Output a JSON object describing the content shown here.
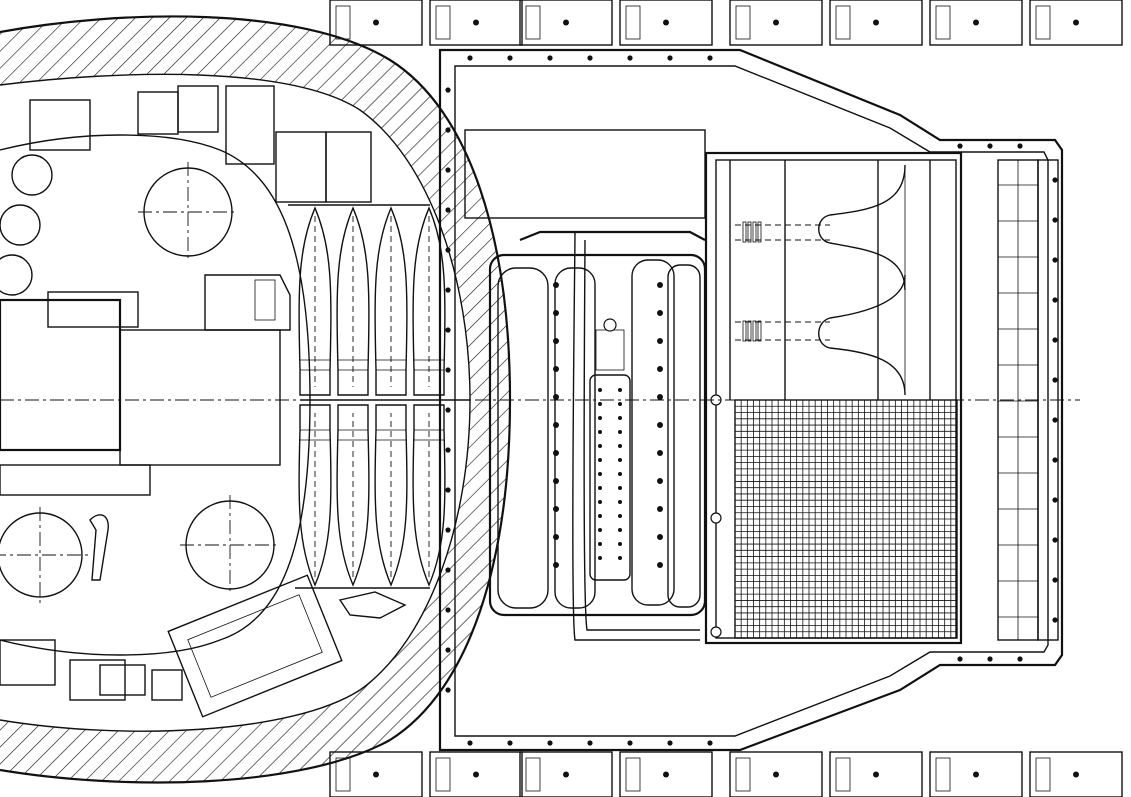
{
  "drawing": {
    "kind": "technical line drawing",
    "colors": {
      "line": "#111111",
      "paper": "#ffffff"
    },
    "components": [
      "turret-ring",
      "turret-interior",
      "gun-breech",
      "ammunition-rack",
      "engine",
      "cooling-fans",
      "radiator-grille",
      "engine-deck-access-plate",
      "rear-louvres",
      "track-links"
    ],
    "ammo_rack": {
      "rounds_upper": 4,
      "rounds_lower": 4
    },
    "radiator_grid": {
      "columns": 36,
      "rows": 38
    }
  }
}
